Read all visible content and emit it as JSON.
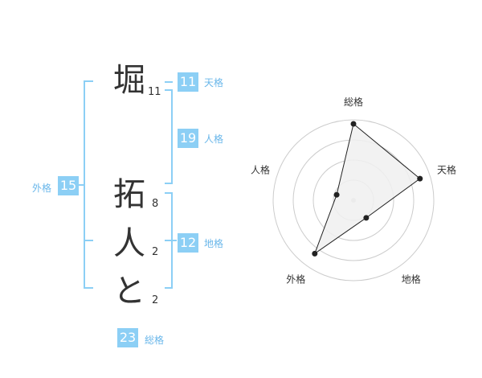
{
  "name": {
    "chars": [
      {
        "char": "堀",
        "strokes": "11"
      },
      {
        "char": "拓",
        "strokes": "8"
      },
      {
        "char": "人",
        "strokes": "2"
      },
      {
        "char": "と",
        "strokes": "2"
      }
    ]
  },
  "kakusu": {
    "tenkaku": {
      "value": "11",
      "label": "天格"
    },
    "jinkaku": {
      "value": "19",
      "label": "人格"
    },
    "chikaku": {
      "value": "12",
      "label": "地格"
    },
    "gaikaku": {
      "value": "15",
      "label": "外格"
    },
    "soukaku": {
      "value": "23",
      "label": "総格"
    }
  },
  "chart_data": {
    "type": "radar",
    "axes": [
      "総格",
      "天格",
      "地格",
      "外格",
      "人格"
    ],
    "values": [
      23,
      11,
      12,
      15,
      19
    ],
    "normalized": [
      0.95,
      0.87,
      0.27,
      0.82,
      0.22
    ],
    "rings": 4,
    "fill": "#f0f0f0",
    "line_color": "#222222",
    "ring_color": "#cccccc"
  }
}
